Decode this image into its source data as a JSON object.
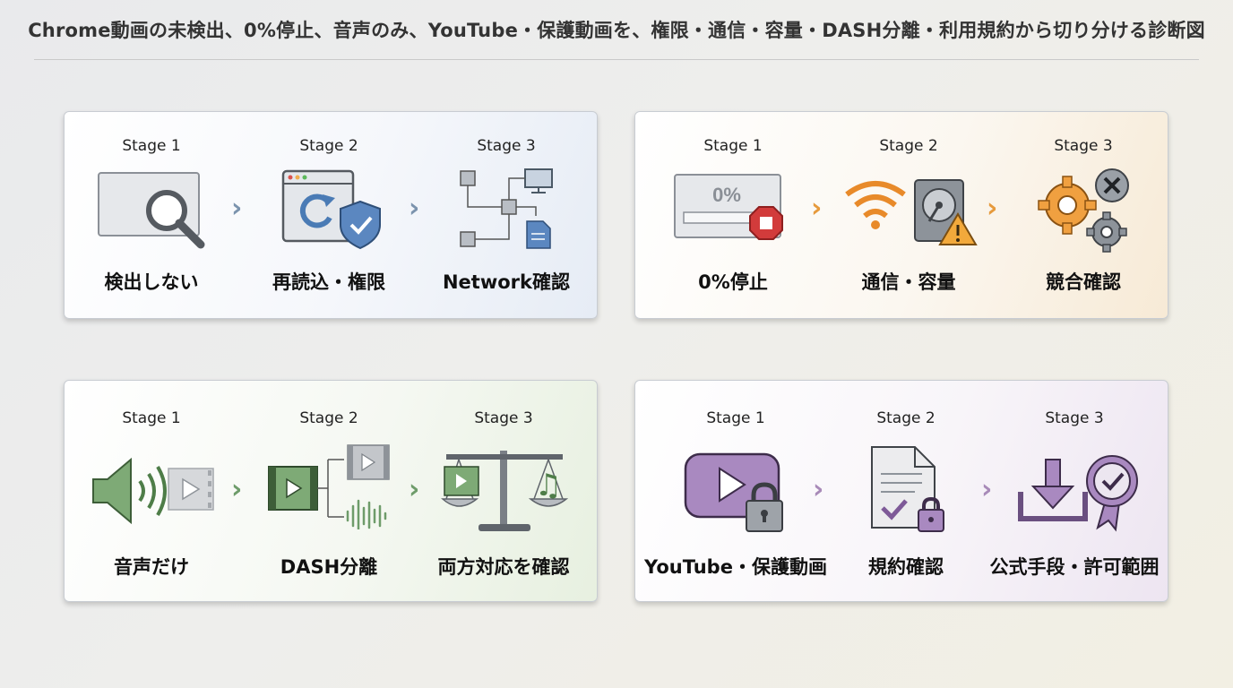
{
  "title": "Chrome動画の未検出、0%停止、音声のみ、YouTube・保護動画を、権限・通信・容量・DASH分離・利用規約から切り分ける診断図",
  "panels": [
    {
      "accent": "#7b93ad",
      "stages": [
        "Stage 1",
        "Stage 2",
        "Stage 3"
      ],
      "labels": [
        "検出しない",
        "再読込・権限",
        "Network確認"
      ]
    },
    {
      "accent": "#e69a3c",
      "stages": [
        "Stage 1",
        "Stage 2",
        "Stage 3"
      ],
      "labels": [
        "0%停止",
        "通信・容量",
        "競合確認"
      ],
      "progress_text": "0%"
    },
    {
      "accent": "#6e9c6a",
      "stages": [
        "Stage 1",
        "Stage 2",
        "Stage 3"
      ],
      "labels": [
        "音声だけ",
        "DASH分離",
        "両方対応を確認"
      ]
    },
    {
      "accent": "#a88ab8",
      "stages": [
        "Stage 1",
        "Stage 2",
        "Stage 3"
      ],
      "labels": [
        "YouTube・保護動画",
        "規約確認",
        "公式手段・許可範囲"
      ]
    }
  ],
  "icons": {
    "p1": [
      "screen-magnifier-icon",
      "browser-refresh-shield-icon",
      "network-flow-icon"
    ],
    "p2": [
      "progress-stopped-icon",
      "wifi-disk-warning-icon",
      "gears-conflict-icon"
    ],
    "p3": [
      "speaker-video-icon",
      "dash-split-icon",
      "balance-scale-icon"
    ],
    "p4": [
      "locked-video-icon",
      "document-lock-icon",
      "download-certified-icon"
    ]
  }
}
